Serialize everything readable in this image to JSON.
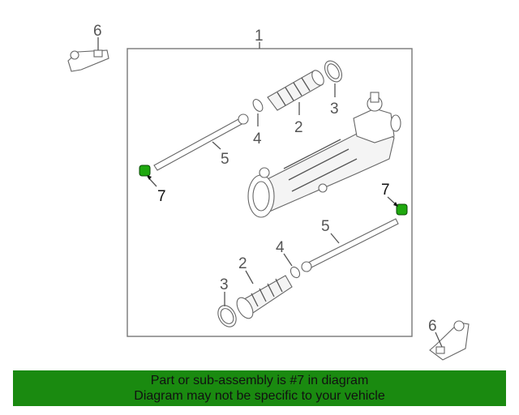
{
  "callouts": {
    "assembly": "1",
    "boot": "2",
    "clamp": "3",
    "small_clamp": "4",
    "tie_rod": "5",
    "tie_rod_end": "6",
    "highlighted_part": "7"
  },
  "colors": {
    "highlight": "#1fa80f",
    "banner_background": "#1a8a10",
    "banner_text": "#111111"
  },
  "banner": {
    "line1": "Part or sub-assembly is #7 in diagram",
    "line2": "Diagram may not be specific to your vehicle"
  }
}
